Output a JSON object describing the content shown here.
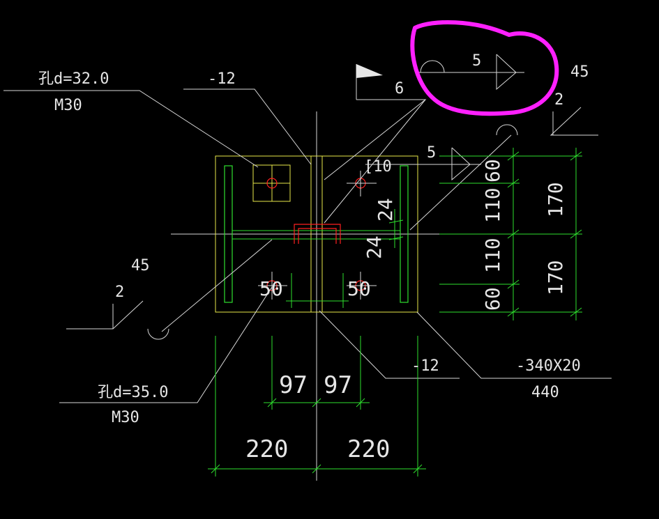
{
  "annotations": {
    "hole_top": "孔d=32.0",
    "bolt_top": "M30",
    "plate_top": "-12",
    "weld_6": "6",
    "weld_5_top": "5",
    "weld_45_right": "45",
    "weld_2_right": "2",
    "weld_5_mid": "5",
    "channel": "[10",
    "weld_45_left": "45",
    "weld_2_left": "2",
    "hole_bottom": "孔d=35.0",
    "bolt_bottom": "M30",
    "plate_bottom": "-12",
    "base_plate": "-340X20",
    "base_plate_len": "440",
    "spacing_left": "50",
    "spacing_right": "50"
  },
  "dimensions": {
    "inner_24_top": "24",
    "inner_24_bottom": "24",
    "right_60_top": "60",
    "right_110_top": "110",
    "right_110_bottom": "110",
    "right_60_bottom": "60",
    "right_170_top": "170",
    "right_170_bottom": "170",
    "bottom_97_left": "97",
    "bottom_97_right": "97",
    "bottom_220_left": "220",
    "bottom_220_right": "220"
  },
  "colors": {
    "background": "#000000",
    "text": "#e6e6e6",
    "dimension": "#2ee02e",
    "outline": "#e8e84a",
    "highlight": "#ff20ff",
    "hole": "#ff2020"
  }
}
